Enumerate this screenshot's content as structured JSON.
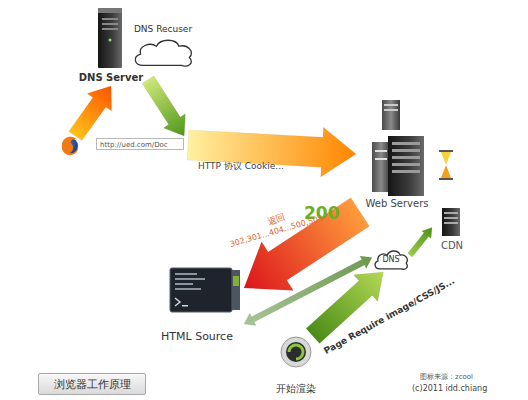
{
  "diagram": {
    "title": "浏览器工作原理",
    "nodes": [
      {
        "text": [
          "DNS Server"
        ]
      },
      {
        "text": [
          "DNS Recuser"
        ]
      },
      {
        "text": [
          "http://ued.com/Doc"
        ]
      },
      {
        "text": [
          "Web Servers"
        ]
      },
      {
        "text": [
          "CDN"
        ]
      },
      {
        "text": [
          "DNS"
        ]
      },
      {
        "text": [
          "HTML Source"
        ]
      },
      {
        "text": [
          "开始渲染"
        ]
      }
    ],
    "edges": [
      {
        "from": 2,
        "to": 0,
        "arrow": "to"
      },
      {
        "from": 0,
        "to": 2,
        "arrow": "to"
      },
      {
        "from": 2,
        "to": 3,
        "label": "HTTP 协议 Cookie...",
        "arrow": "to"
      },
      {
        "from": 3,
        "to": 6,
        "arrow": "to"
      },
      {
        "from": 7,
        "to": 5,
        "label": "Page Require image/CSS/JS...",
        "arrow": "to"
      },
      {
        "from": 5,
        "to": 4,
        "arrow": "to"
      },
      {
        "from": 6,
        "to": 5,
        "arrow": "both"
      }
    ],
    "labels": [
      "返回",
      "200",
      "302,301...404...500,503",
      "图标来源：zcool",
      "(c)2011 idd.chiang"
    ]
  }
}
